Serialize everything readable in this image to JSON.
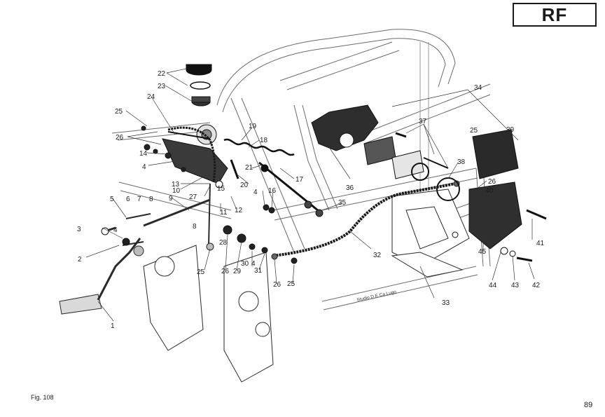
{
  "header": {
    "code": "RF"
  },
  "footer": {
    "figure_label": "Fig. 108",
    "page_number": "89"
  },
  "drawing": {
    "credit": "Studio D.E.Ca Lugo",
    "callouts": [
      "1",
      "2",
      "3",
      "4",
      "5",
      "6",
      "7",
      "8",
      "9",
      "10",
      "11",
      "12",
      "13",
      "14",
      "15",
      "16",
      "17",
      "18",
      "19",
      "20",
      "21",
      "22",
      "23",
      "24",
      "25",
      "26",
      "27",
      "28",
      "29",
      "30",
      "31",
      "32",
      "33",
      "34",
      "35",
      "36",
      "37",
      "38",
      "39",
      "40",
      "41",
      "42",
      "43",
      "44",
      "45"
    ]
  }
}
